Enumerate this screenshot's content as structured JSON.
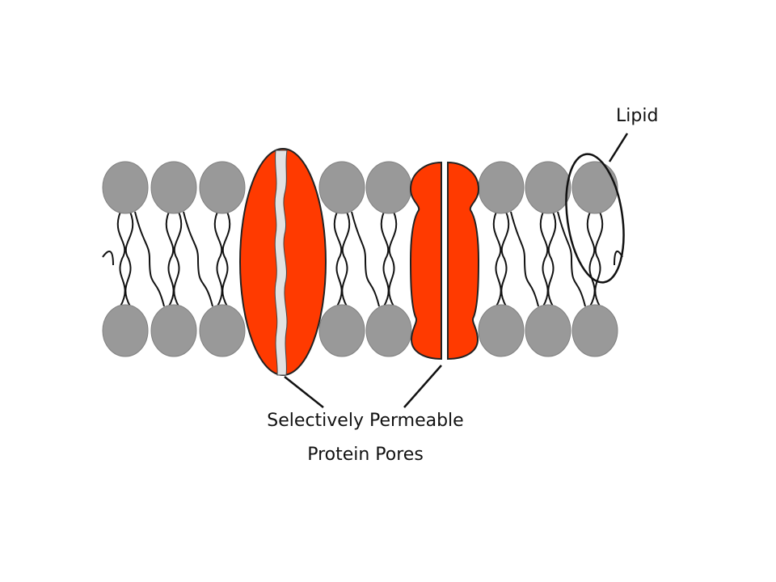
{
  "labels": {
    "lipid": "Lipid",
    "pores_line1": "Selectively Permeable",
    "pores_line2": "Protein Pores"
  },
  "colors": {
    "lipid_head_fill": "#999999",
    "lipid_head_stroke": "#808080",
    "protein_fill": "#ff3a00",
    "protein_stroke": "#222222",
    "channel_fill": "#e2e2e2",
    "tail_stroke": "#111111"
  }
}
